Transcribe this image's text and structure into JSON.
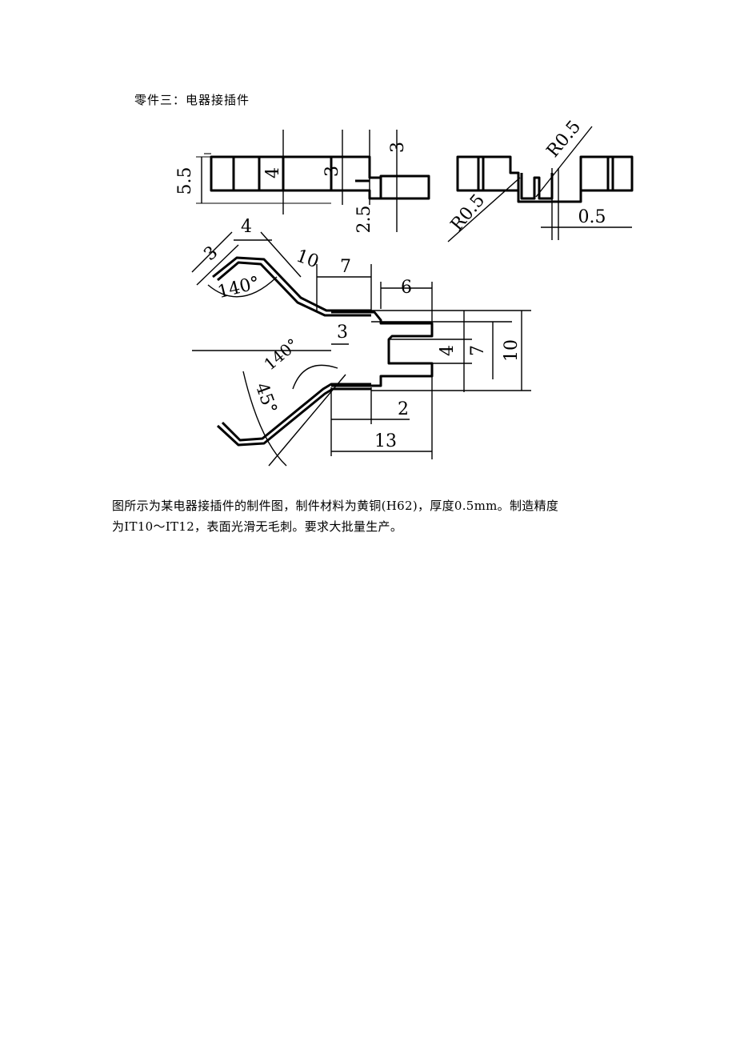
{
  "heading": "零件三：电器接插件",
  "drawing": {
    "top_left_view": {
      "dims": [
        "5.5",
        "4",
        "3",
        "3",
        "2.5"
      ]
    },
    "top_right_view": {
      "dims": [
        "R0.5",
        "R0.5",
        "0.5"
      ]
    },
    "main_view": {
      "dims": [
        "3",
        "4",
        "10",
        "140°",
        "7",
        "6",
        "3",
        "4",
        "7",
        "10",
        "140°",
        "45°",
        "2",
        "13"
      ]
    }
  },
  "paragraph": {
    "line1": "图所示为某电器接插件的制件图，制件材料为黄铜(H62)，厚度0.5mm。制造精度",
    "line2": "为IT10～IT12，表面光滑无毛刺。要求大批量生产。"
  }
}
